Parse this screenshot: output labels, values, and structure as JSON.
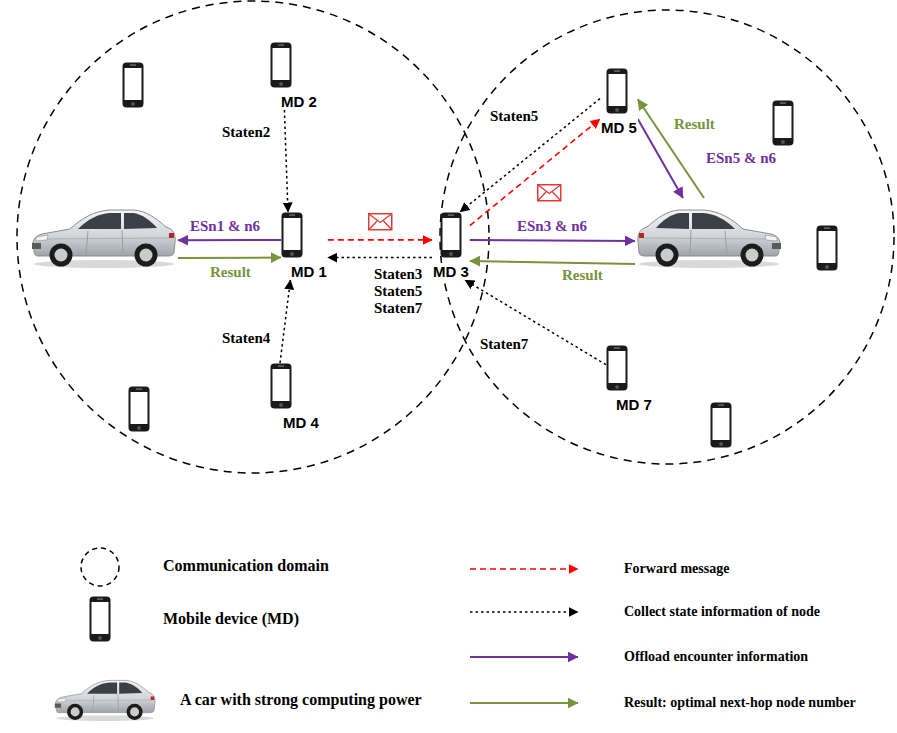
{
  "diagram": {
    "nodes": [
      {
        "text": [
          "MD 2"
        ]
      },
      {
        "text": [
          "MD 5"
        ]
      },
      {
        "text": []
      },
      {
        "text": [
          "MD 1"
        ]
      },
      {
        "text": [
          "MD 3"
        ]
      },
      {
        "text": []
      },
      {
        "text": [
          "MD 4"
        ]
      },
      {
        "text": [
          "MD 7"
        ]
      }
    ],
    "edges": [
      {
        "from": 0,
        "to": 3,
        "arrow": "to",
        "label": "Staten2"
      },
      {
        "from": 6,
        "to": 3,
        "arrow": "to",
        "label": "Staten4"
      },
      {
        "from": 3,
        "to": 2,
        "arrow": "to",
        "label": "ESn1 & n6"
      },
      {
        "from": 2,
        "to": 3,
        "arrow": "to",
        "label": "Result"
      },
      {
        "from": 3,
        "to": 4,
        "arrow": "to"
      },
      {
        "from": 4,
        "to": 3,
        "arrow": "to",
        "label": "Staten3 Staten5 Staten7"
      },
      {
        "from": 4,
        "to": 5,
        "arrow": "to",
        "label": "ESn3 & n6"
      },
      {
        "from": 5,
        "to": 4,
        "arrow": "to",
        "label": "Result"
      },
      {
        "from": 4,
        "to": 1,
        "arrow": "to"
      },
      {
        "from": 1,
        "to": 4,
        "arrow": "to",
        "label": "Staten5"
      },
      {
        "from": 7,
        "to": 4,
        "arrow": "to",
        "label": "Staten7"
      },
      {
        "from": 1,
        "to": 5,
        "arrow": "to",
        "label": "ESn5 & n6"
      },
      {
        "from": 5,
        "to": 1,
        "arrow": "to",
        "label": "Result"
      }
    ],
    "legend": [
      {
        "text": "Communication domain"
      },
      {
        "text": "Mobile device (MD)"
      },
      {
        "text": "A car with strong computing power"
      },
      {
        "text": "Forward message"
      },
      {
        "text": "Collect state information of node"
      },
      {
        "text": "Offload encounter information"
      },
      {
        "text": "Result: optimal next-hop node number"
      }
    ]
  }
}
